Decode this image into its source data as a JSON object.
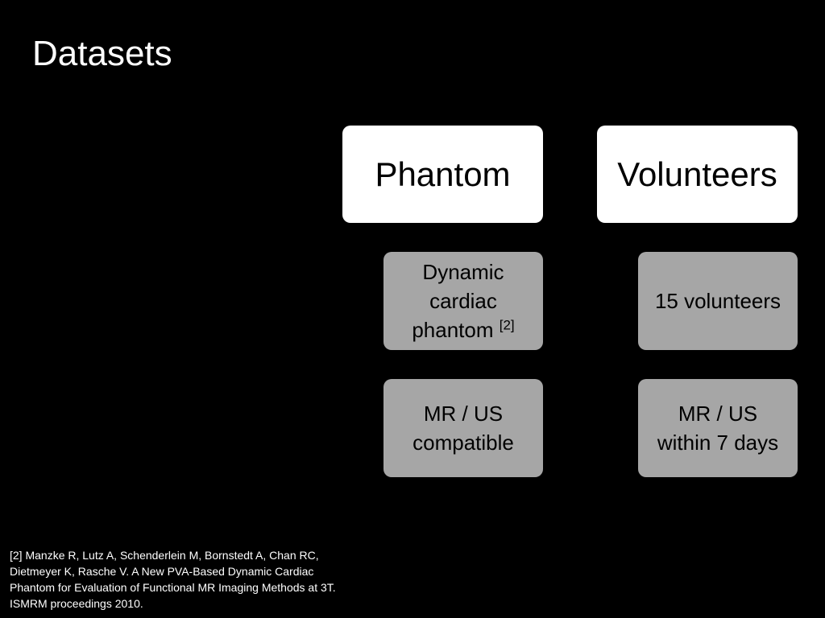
{
  "slide": {
    "title": "Datasets",
    "columns": [
      {
        "header": "Phantom",
        "items": [
          {
            "lines": [
              "Dynamic",
              "cardiac",
              "phantom"
            ],
            "superscript": "[2]"
          },
          {
            "lines": [
              "MR / US",
              "compatible"
            ]
          }
        ]
      },
      {
        "header": "Volunteers",
        "items": [
          {
            "lines": [
              "15 volunteers"
            ]
          },
          {
            "lines": [
              "MR / US",
              "within 7 days"
            ]
          }
        ]
      }
    ],
    "footnote": {
      "lines": [
        "[2] Manzke R, Lutz A, Schenderlein M, Bornstedt A, Chan RC,",
        "Dietmeyer K,  Rasche V. A New PVA-Based Dynamic Cardiac",
        "Phantom for Evaluation of Functional MR Imaging Methods at 3T.",
        "ISMRM proceedings 2010."
      ]
    }
  },
  "colors": {
    "background": "#000000",
    "header_box": "#ffffff",
    "sub_box": "#a6a6a6",
    "title_text": "#ffffff",
    "box_text": "#000000"
  }
}
